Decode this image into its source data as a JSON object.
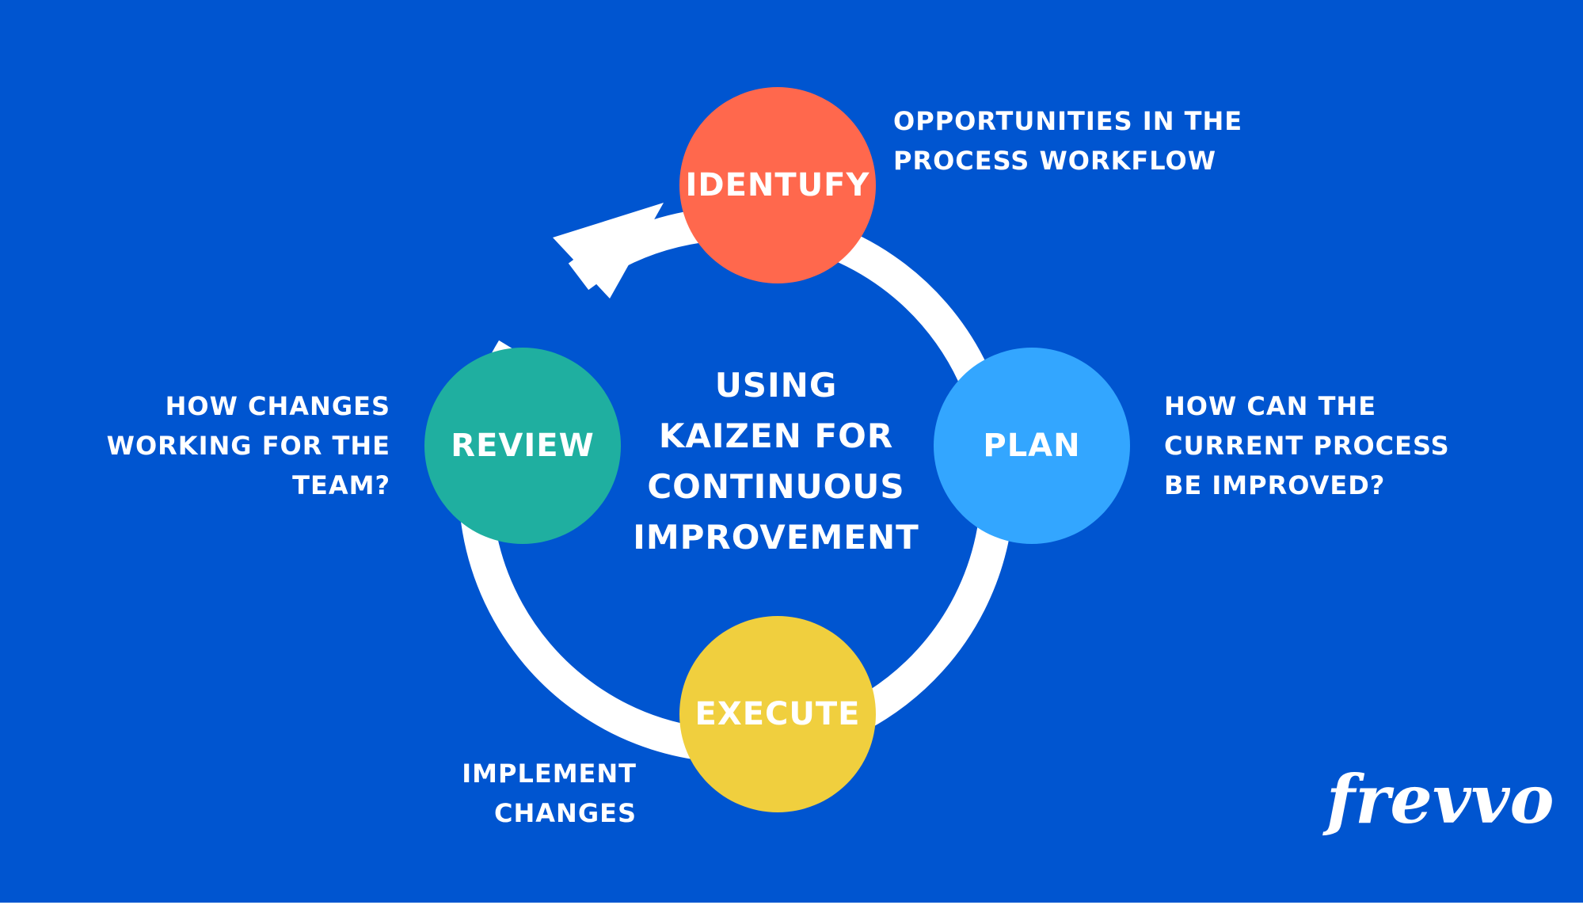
{
  "title_lines": [
    "USING",
    "KAIZEN FOR",
    "CONTINUOUS",
    "IMPROVEMENT"
  ],
  "stages": {
    "identify": {
      "label": "IDENTUFY",
      "color": "#FF684D",
      "note": [
        "OPPORTUNITIES IN THE",
        "PROCESS WORKFLOW"
      ]
    },
    "plan": {
      "label": "PLAN",
      "color": "#33A6FF",
      "note": [
        "HOW CAN THE",
        "CURRENT PROCESS",
        "BE IMPROVED?"
      ]
    },
    "execute": {
      "label": "EXECUTE",
      "color": "#F0CF3E",
      "note": [
        "IMPLEMENT",
        "CHANGES"
      ]
    },
    "review": {
      "label": "REVIEW",
      "color": "#1FAFA0",
      "note": [
        "HOW CHANGES",
        "WORKING FOR THE",
        "TEAM?"
      ]
    }
  },
  "colors": {
    "background": "#0055D0",
    "ring": "#FFFFFF",
    "text": "#FFFFFF"
  },
  "logo": {
    "text": "frevvo"
  }
}
